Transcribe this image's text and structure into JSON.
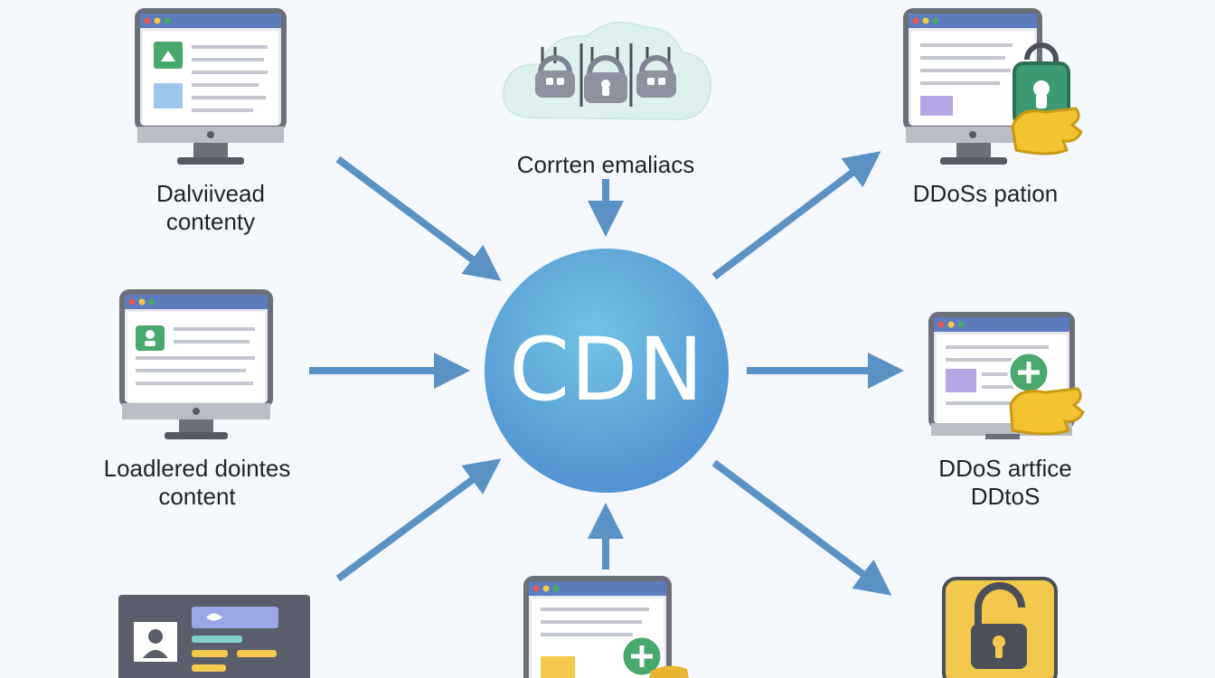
{
  "center": {
    "text": "CDN"
  },
  "labels": {
    "top": "Corrten emaliacs",
    "left_top": [
      "Dalviivead",
      "contenty"
    ],
    "left_mid": [
      "Loadlered dointes",
      "content"
    ],
    "right_top": "DDoSs pation",
    "right_mid": [
      "DDoS artfice",
      "DDtoS"
    ]
  },
  "icons": {
    "top": "cloud-padlocks-icon",
    "left_top": "monitor-webpage-icon",
    "left_mid": "monitor-webpage-icon",
    "left_bottom": "profile-card-icon",
    "bottom": "monitor-add-icon",
    "right_top": "monitor-lock-hand-icon",
    "right_mid": "monitor-add-hand-icon",
    "right_bottom": "padlock-icon"
  },
  "colors": {
    "background": "#f4f7fb",
    "arrow": "#5b92c5",
    "cdn_circle": "#5fa6da",
    "monitor_frame": "#6b6f7a",
    "window_bar": "#5d7bbd",
    "accent_green": "#49a86c",
    "accent_yellow": "#f2c94c"
  }
}
